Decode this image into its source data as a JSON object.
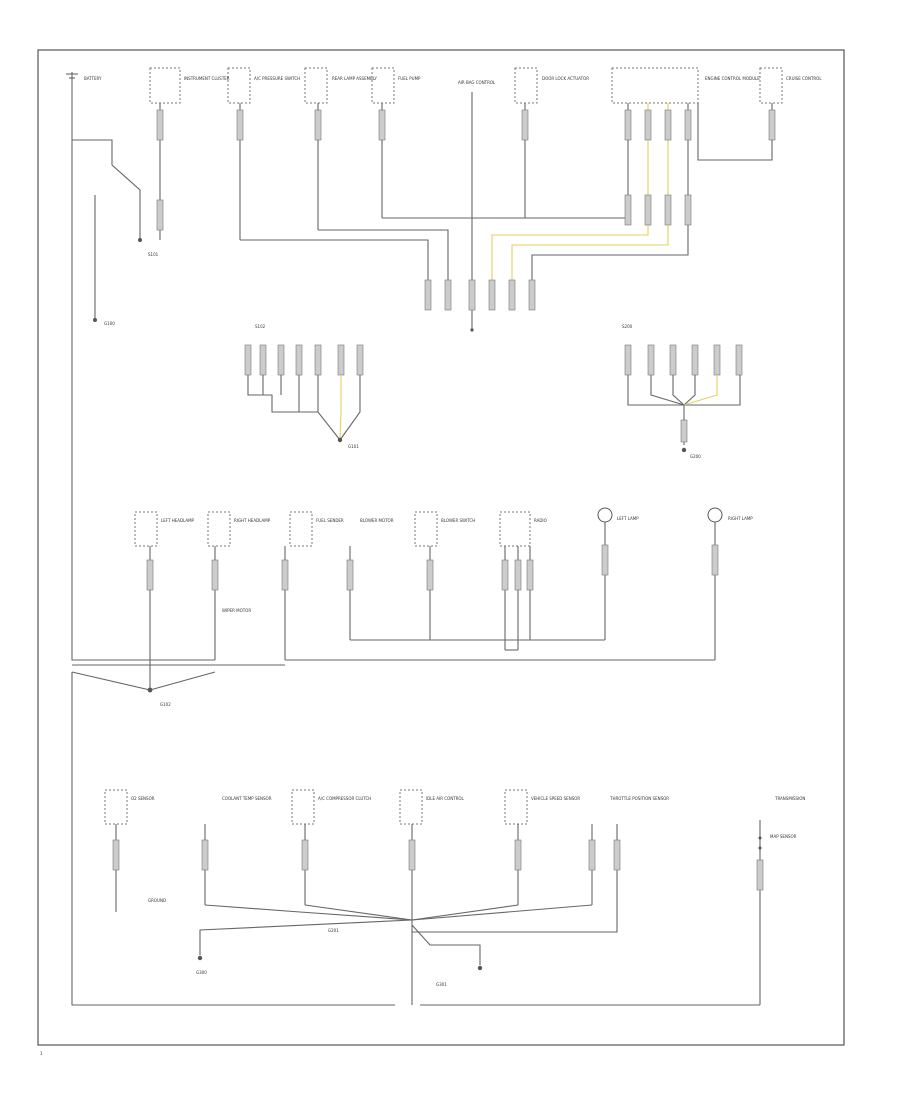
{
  "diagram": {
    "top_labels": [
      "BATTERY",
      "INSTRUMENT CLUSTER",
      "A/C PRESSURE SWITCH",
      "REAR LAMP ASSEMBLY",
      "FUEL PUMP",
      "AIR BAG CONTROL",
      "DOOR LOCK ACTUATOR",
      "ENGINE CONTROL MODULE",
      "CRUISE CONTROL"
    ],
    "splice_labels": [
      "S101",
      "S102",
      "S200"
    ],
    "ground_labels": [
      "G100",
      "G101",
      "G102",
      "G200",
      "G201",
      "G300",
      "G301"
    ],
    "middle_labels": [
      "LEFT HEADLAMP",
      "RIGHT HEADLAMP",
      "FUEL SENDER",
      "BLOWER MOTOR",
      "BLOWER SWITCH",
      "RADIO",
      "LEFT LAMP",
      "RIGHT LAMP",
      "WIPER MOTOR"
    ],
    "bottom_labels": [
      "O2 SENSOR",
      "COOLANT TEMP SENSOR",
      "A/C COMPRESSOR CLUTCH",
      "IDLE AIR CONTROL",
      "VEHICLE SPEED SENSOR",
      "THROTTLE POSITION SENSOR",
      "TRANSMISSION",
      "GROUND",
      "MAP SENSOR"
    ],
    "page_number": "1"
  }
}
